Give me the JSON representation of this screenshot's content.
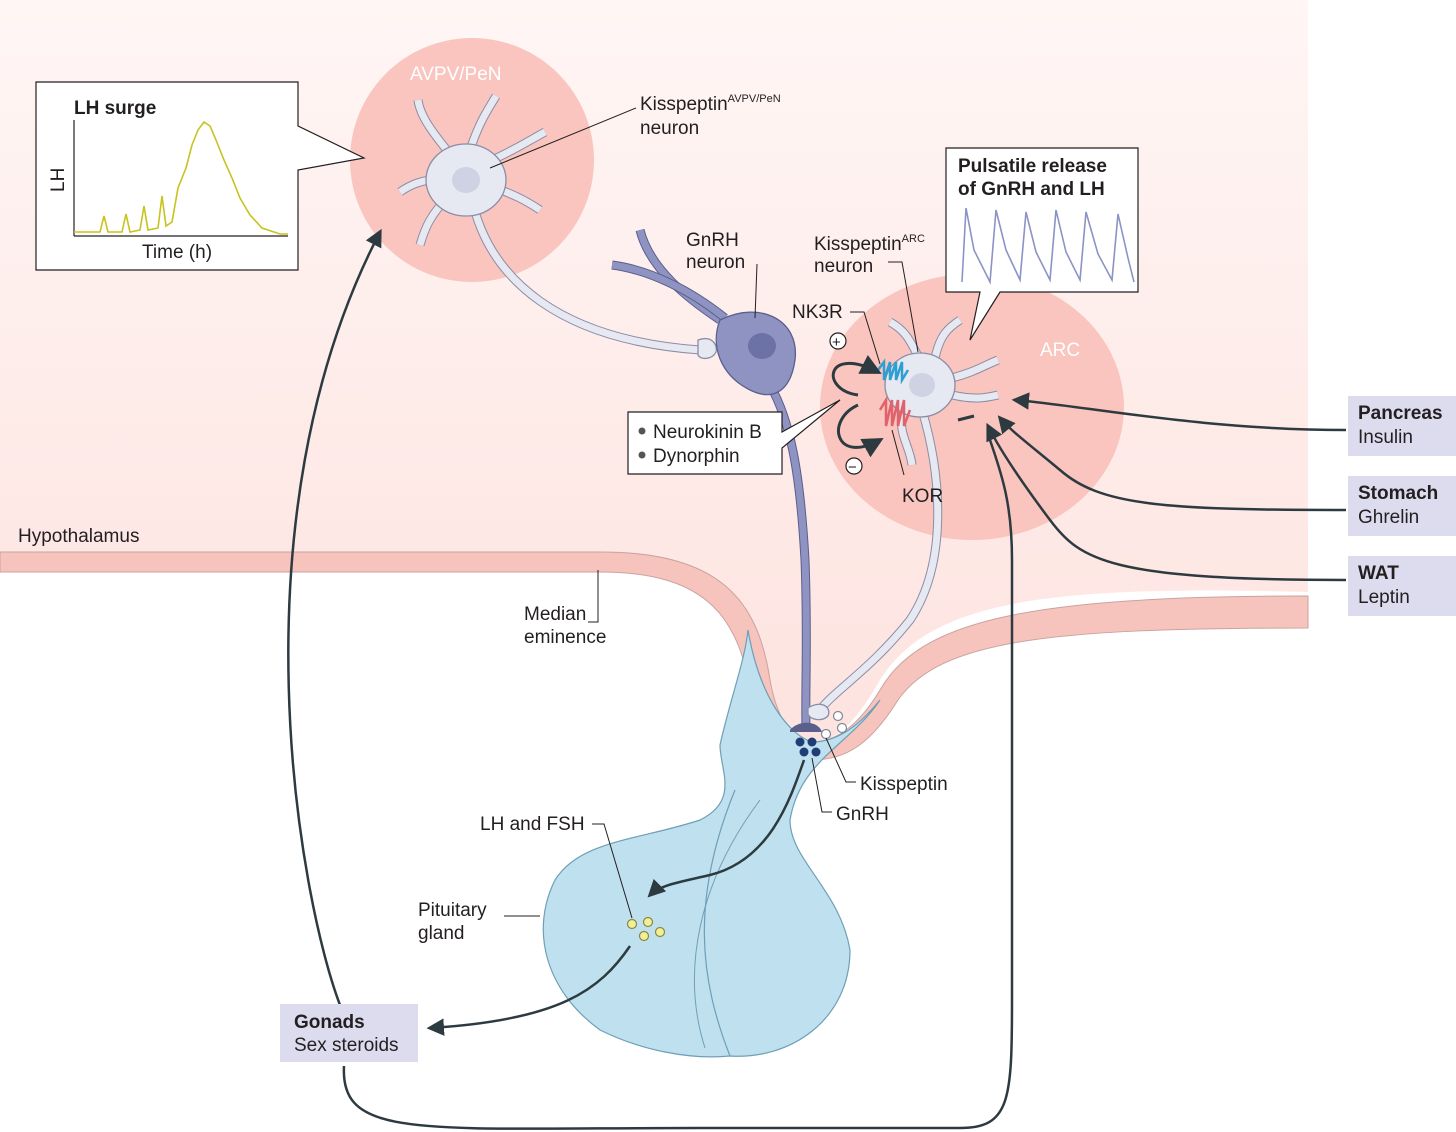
{
  "regions": {
    "hypothalamus": "Hypothalamus",
    "median_eminence_line1": "Median",
    "median_eminence_line2": "eminence",
    "avpv": "AVPV/PeN",
    "arc": "ARC",
    "pituitary_line1": "Pituitary",
    "pituitary_line2": "gland"
  },
  "neurons": {
    "kiss_avpv_main": "Kisspeptin",
    "kiss_avpv_sup": "AVPV/PeN",
    "kiss_avpv_line2": "neuron",
    "gnrh_line1": "GnRH",
    "gnrh_line2": "neuron",
    "kiss_arc_main": "Kisspeptin",
    "kiss_arc_sup": "ARC",
    "kiss_arc_line2": "neuron"
  },
  "receptors": {
    "nk3r": "NK3R",
    "kor": "KOR",
    "plus": "+",
    "minus": "−"
  },
  "callout_neuropeptides": {
    "items": [
      "Neurokinin B",
      "Dynorphin"
    ]
  },
  "lh_surge_box": {
    "title": "LH surge",
    "ylabel": "LH",
    "xlabel": "Time (h)"
  },
  "pulsatile_box": {
    "title_line1": "Pulsatile release",
    "title_line2": "of GnRH and LH"
  },
  "secretions": {
    "kisspeptin": "Kisspeptin",
    "gnrh": "GnRH",
    "lh_fsh": "LH and FSH"
  },
  "sources": [
    {
      "organ": "Pancreas",
      "hormone": "Insulin"
    },
    {
      "organ": "Stomach",
      "hormone": "Ghrelin"
    },
    {
      "organ": "WAT",
      "hormone": "Leptin"
    }
  ],
  "gonads": {
    "organ": "Gonads",
    "hormone": "Sex steroids"
  },
  "colors": {
    "hypothalamus_bg": "#fde6e3",
    "nucleus_pink": "#f9c5be",
    "pituitary_blue": "#bfe0ef",
    "neuron_gray": "#e6e8f2",
    "gnrh_purple": "#8e93c2",
    "nk3r_blue": "#2d9fd0",
    "kor_red": "#e0636c",
    "lh_curve": "#c8c31e",
    "pulse_curve": "#8c93c6",
    "source_box": "#dcdcee",
    "arrow": "#2d3a40"
  }
}
